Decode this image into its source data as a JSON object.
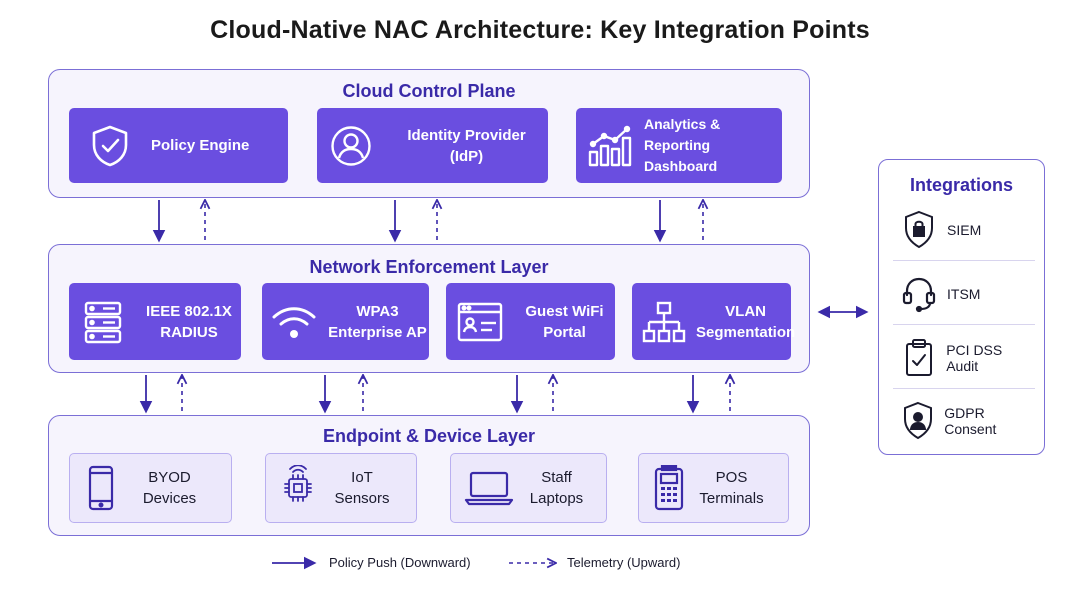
{
  "title": "Cloud-Native NAC Architecture: Key Integration Points",
  "colors": {
    "accent": "#6a4ee0",
    "layer_border": "#7b6fd6",
    "layer_fill": "#f6f4fd",
    "light_card_fill": "#ece8fb",
    "arrow": "#3a2aa8",
    "heading": "#3a2aa8"
  },
  "cloud_layer": {
    "title": "Cloud Control Plane",
    "cards": [
      {
        "label": "Policy Engine",
        "icon": "shield-check-icon"
      },
      {
        "label": "Identity Provider\n(IdP)",
        "icon": "user-circle-icon"
      },
      {
        "label": "Analytics &\nReporting Dashboard",
        "icon": "analytics-chart-icon"
      }
    ]
  },
  "network_layer": {
    "title": "Network Enforcement Layer",
    "cards": [
      {
        "label": "IEEE 802.1X\nRADIUS",
        "icon": "server-icon"
      },
      {
        "label": "WPA3\nEnterprise AP",
        "icon": "wifi-icon"
      },
      {
        "label": "Guest WiFi\nPortal",
        "icon": "portal-window-icon"
      },
      {
        "label": "VLAN\nSegmentation",
        "icon": "network-tree-icon"
      }
    ]
  },
  "endpoint_layer": {
    "title": "Endpoint & Device Layer",
    "cards": [
      {
        "label": "BYOD\nDevices",
        "icon": "smartphone-icon"
      },
      {
        "label": "IoT\nSensors",
        "icon": "iot-sensor-icon"
      },
      {
        "label": "Staff\nLaptops",
        "icon": "laptop-icon"
      },
      {
        "label": "POS\nTerminals",
        "icon": "pos-terminal-icon"
      }
    ]
  },
  "integrations": {
    "title": "Integrations",
    "items": [
      {
        "label": "SIEM",
        "icon": "shield-lock-icon"
      },
      {
        "label": "ITSM",
        "icon": "headset-icon"
      },
      {
        "label": "PCI DSS Audit",
        "icon": "clipboard-check-icon"
      },
      {
        "label": "GDPR Consent",
        "icon": "shield-user-icon"
      }
    ]
  },
  "legend": {
    "solid_label": "Policy Push (Downward)",
    "dashed_label": "Telemetry (Upward)"
  }
}
